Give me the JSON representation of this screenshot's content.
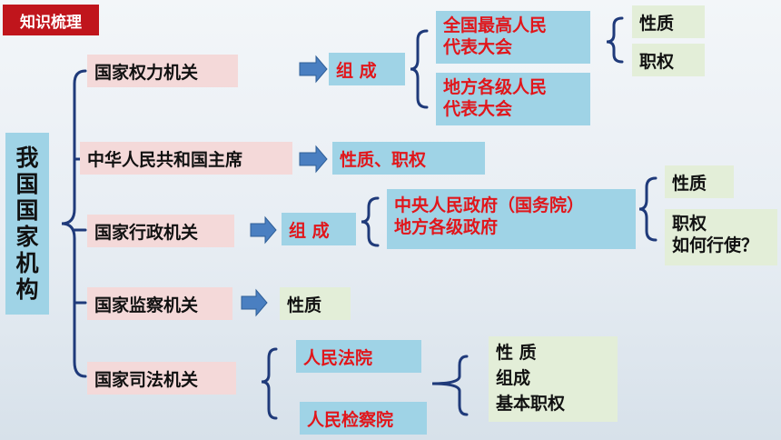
{
  "tag": "知识梳理",
  "root_chars": [
    "我",
    "国",
    "国",
    "家",
    "机",
    "构"
  ],
  "n1": {
    "label": "国家权力机关",
    "arrow_target": "组 成",
    "sub1": [
      "全国最高人民",
      "代表大会"
    ],
    "sub2": [
      "地方各级人民",
      "代表大会"
    ],
    "attr1": "性质",
    "attr2": "职权"
  },
  "n2": {
    "label": "中华人民共和国主席",
    "target": "性质、职权"
  },
  "n3": {
    "label": "国家行政机关",
    "arrow_target": "组 成",
    "sub": [
      "中央人民政府（国务院）",
      "地方各级政府"
    ],
    "attr1": "性质",
    "attr2": [
      "职权",
      "如何行使？"
    ]
  },
  "n4": {
    "label": "国家监察机关",
    "target": "性质"
  },
  "n5": {
    "label": "国家司法机关",
    "sub1": "人民法院",
    "sub2": "人民检察院",
    "attrs": [
      "性 质",
      "组成",
      "基本职权"
    ]
  },
  "colors": {
    "accent_red": "#e1161b",
    "tag_bg": "#c0151c",
    "blue_box": "#9fd3e6",
    "pink_box": "#f4d9d9",
    "green_box": "#e3eed8",
    "line": "#1f3a7a",
    "arrow": "#4a7fc1"
  }
}
